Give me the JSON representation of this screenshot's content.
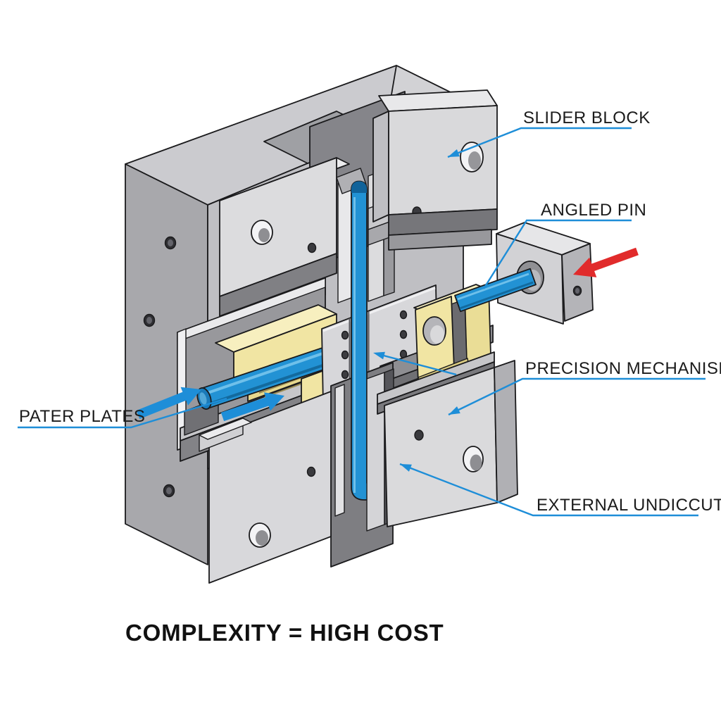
{
  "diagram": {
    "caption": "COMPLEXITY = HIGH COST",
    "labels": {
      "slider_block": "SLIDER BLOCK",
      "angled_pin": "ANGLED PIN",
      "precision_mechanism": "PRECISION MECHANISM",
      "external_undercut": "EXTERNAL UNDICCUT",
      "parting_plates": "PATER PLATES"
    },
    "colors": {
      "leader_blue": "#1e8ed8",
      "pin_blue": "#2292d4",
      "arrow_red": "#e12b2b",
      "slider_yellow": "#f1e5a3",
      "steel_light": "#d8d8db",
      "steel_dark": "#85858a",
      "outline": "#1a1a1c",
      "text": "#1b1b1b"
    }
  }
}
